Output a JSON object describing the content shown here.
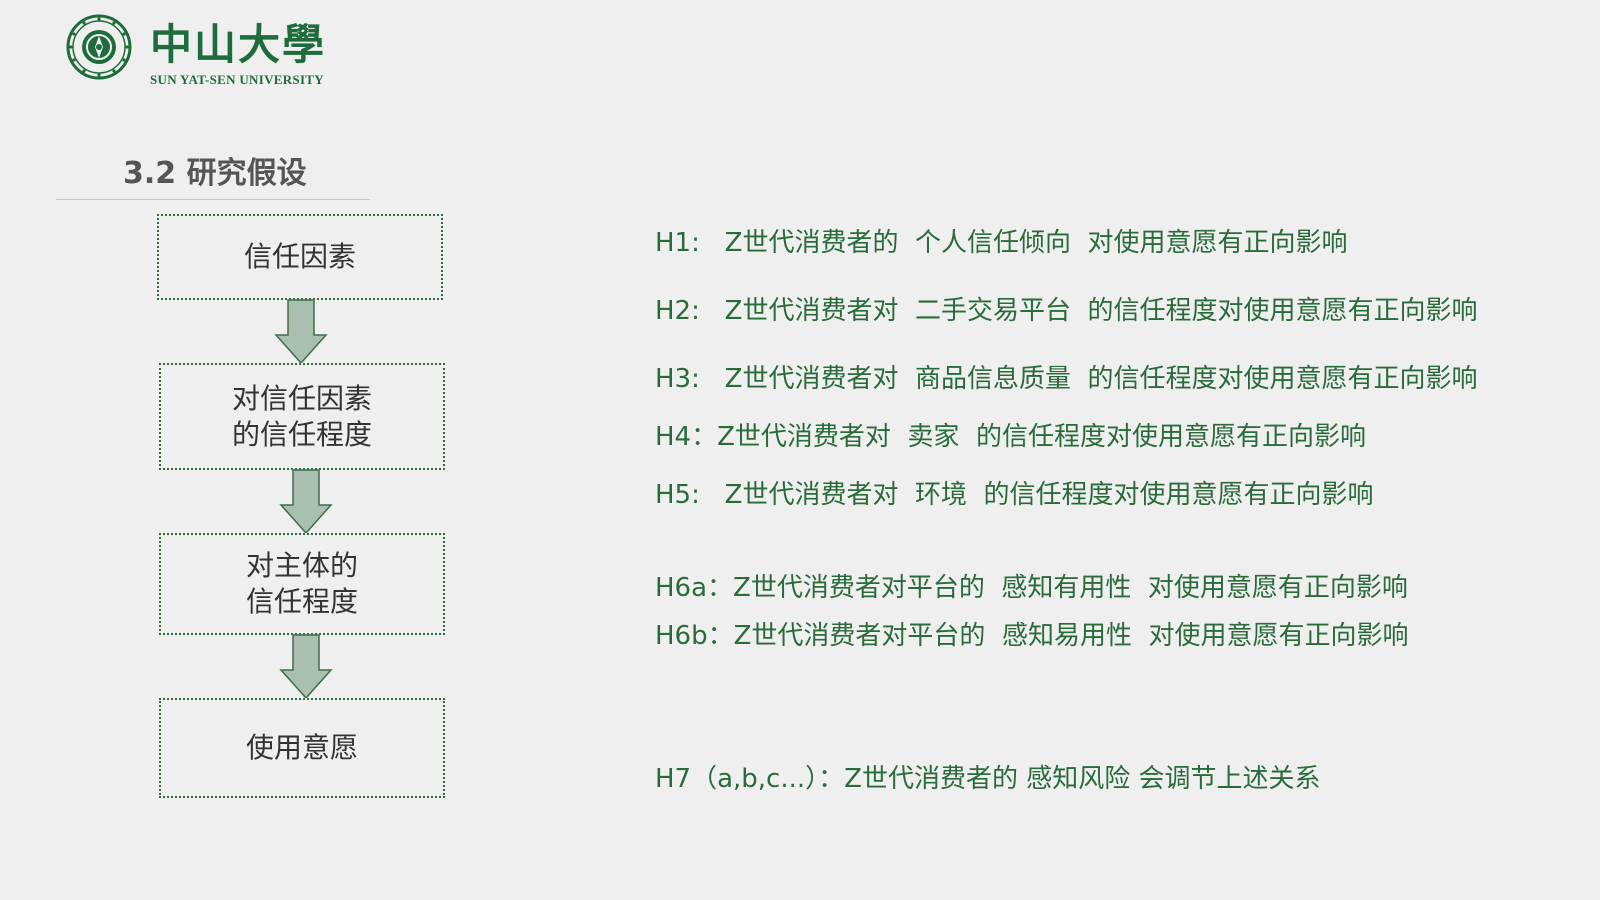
{
  "header": {
    "logo_cn": "中山大學",
    "logo_en": "SUN  YAT-SEN UNIVERSITY",
    "brand_color": "#1e6b3b"
  },
  "section": {
    "title": "3.2 研究假设"
  },
  "flowchart": {
    "box_border_color": "#2f6b3a",
    "arrow_color": "#a9bfb0",
    "boxes": [
      {
        "lines": [
          "信任因素"
        ]
      },
      {
        "lines": [
          "对信任因素",
          "的信任程度"
        ]
      },
      {
        "lines": [
          "对主体的",
          "信任程度"
        ]
      },
      {
        "lines": [
          "使用意愿"
        ]
      }
    ]
  },
  "hypotheses": {
    "text_color": "#2a6b3a",
    "items": [
      "H1:   Z世代消费者的  个人信任倾向  对使用意愿有正向影响",
      "H2:   Z世代消费者对  二手交易平台  的信任程度对使用意愿有正向影响",
      "H3:   Z世代消费者对  商品信息质量  的信任程度对使用意愿有正向影响",
      "H4：Z世代消费者对  卖家  的信任程度对使用意愿有正向影响",
      "H5:   Z世代消费者对  环境  的信任程度对使用意愿有正向影响",
      "H6a：Z世代消费者对平台的  感知有用性  对使用意愿有正向影响",
      "H6b：Z世代消费者对平台的  感知易用性  对使用意愿有正向影响",
      "H7（a,b,c...）：Z世代消费者的 感知风险 会调节上述关系"
    ]
  }
}
